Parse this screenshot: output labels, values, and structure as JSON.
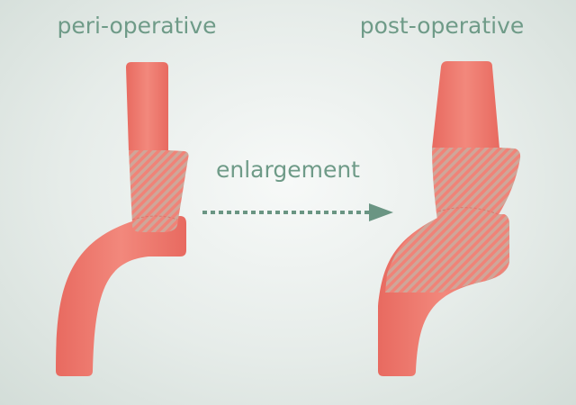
{
  "labels": {
    "left": "peri-operative",
    "right": "post-operative",
    "arrow": "enlargement"
  },
  "colors": {
    "vessel": "#f08378",
    "hatch": "#c9a89a",
    "text": "#6f9b88",
    "arrow": "#6a9583"
  }
}
